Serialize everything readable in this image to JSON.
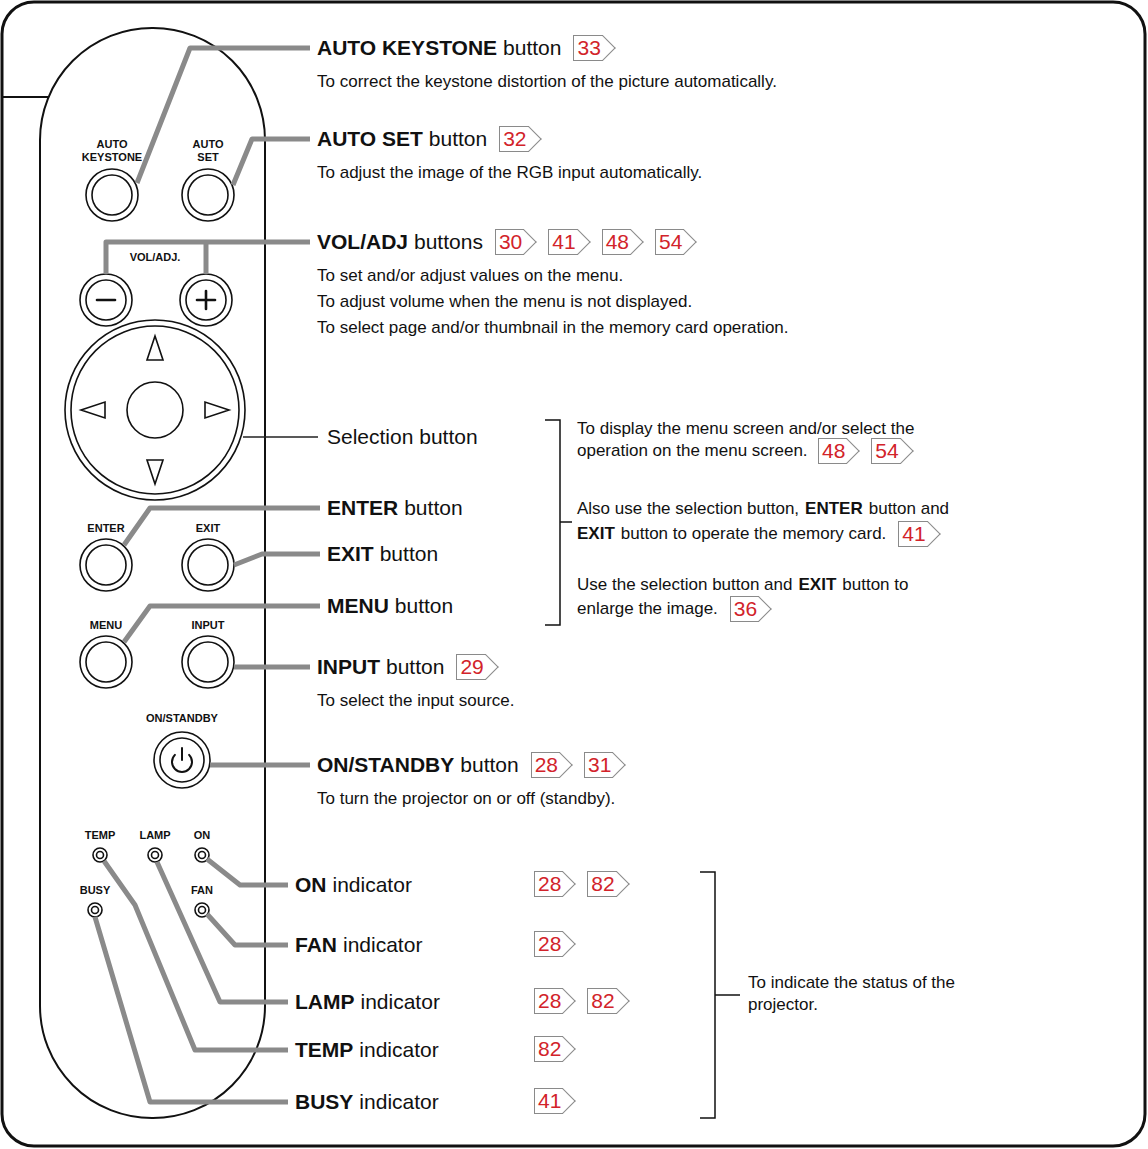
{
  "diagram": {
    "labels": [
      "AUTO KEYSTONE",
      "AUTO SET",
      "VOL/ADJ.",
      "ENTER",
      "EXIT",
      "MENU",
      "INPUT",
      "ON/STANDBY",
      "TEMP",
      "LAMP",
      "ON",
      "BUSY",
      "FAN",
      "AUTO KEYSTONE",
      "button",
      "33",
      "To correct the keystone distortion of the picture automatically.",
      "AUTO SET",
      "button",
      "32",
      "To adjust the image of the RGB input automatically.",
      "VOL/ADJ",
      "buttons",
      "30",
      "41",
      "48",
      "54",
      "To set and/or adjust values on the menu.",
      "To adjust volume when the menu is not displayed.",
      "To select page and/or thumbnail in the memory card operation.",
      "Selection button",
      "To display the menu screen and/or select the operation on the menu screen.",
      "48",
      "54",
      "ENTER",
      "button",
      "Also use the selection button,",
      "ENTER",
      "button and",
      "EXIT",
      "button to operate the memory card.",
      "41",
      "EXIT",
      "button",
      "Use the selection button and",
      "EXIT",
      "button to",
      "enlarge the image.",
      "36",
      "MENU",
      "button",
      "INPUT",
      "button",
      "29",
      "To select the input source.",
      "ON/STANDBY",
      "button",
      "28",
      "31",
      "To turn the projector on or off (standby).",
      "ON",
      "indicator",
      "28",
      "82",
      "FAN",
      "indicator",
      "28",
      "LAMP",
      "indicator",
      "28",
      "82",
      "TEMP",
      "indicator",
      "82",
      "BUSY",
      "indicator",
      "41",
      "To indicate the status of the projector."
    ]
  }
}
